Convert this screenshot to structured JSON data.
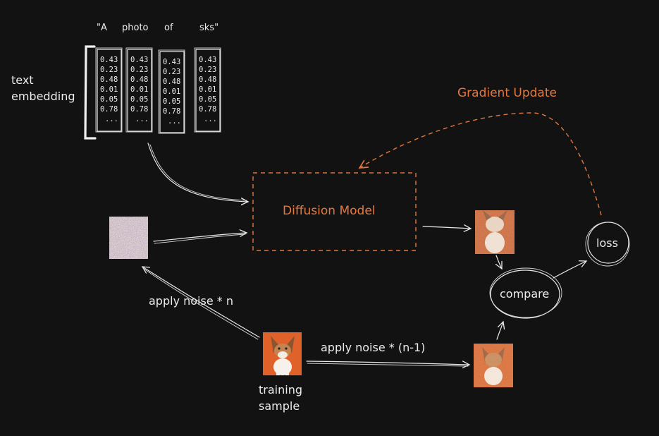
{
  "prompt_tokens": [
    "\"A",
    "photo",
    "of",
    "sks\""
  ],
  "text_embedding_label": [
    "text",
    "embedding"
  ],
  "embedding_values": [
    "0.43",
    "0.23",
    "0.48",
    "0.01",
    "0.05",
    "0.78",
    "..."
  ],
  "diffusion_model_label": "Diffusion Model",
  "gradient_update_label": "Gradient Update",
  "loss_label": "loss",
  "compare_label": "compare",
  "apply_noise_n_label": "apply noise * n",
  "apply_noise_n1_label": "apply noise * (n-1)",
  "training_sample_label": [
    "training",
    "sample"
  ],
  "colors": {
    "accent": "#e6783d",
    "background": "#121212",
    "stroke": "#e8e8e8"
  }
}
